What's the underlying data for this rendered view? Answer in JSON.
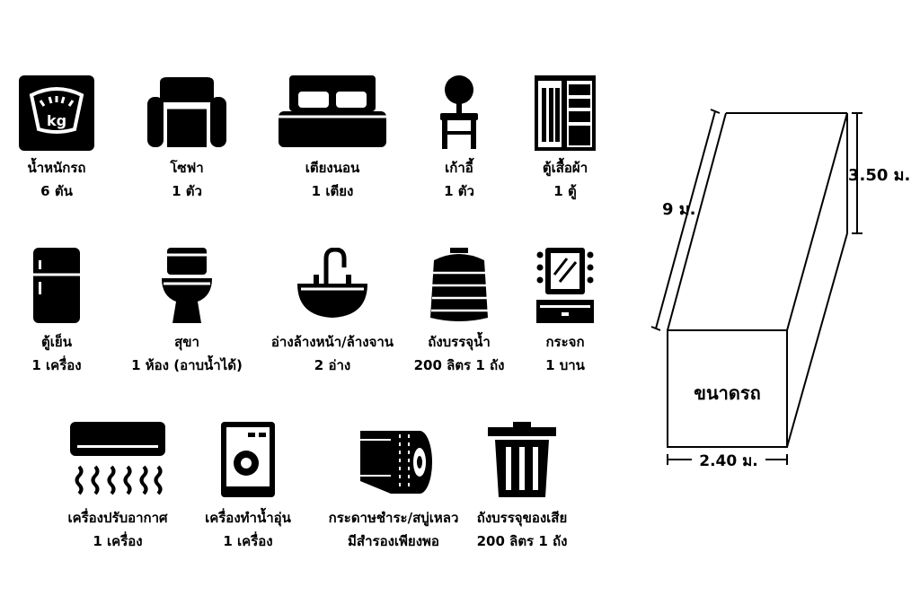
{
  "items": [
    {
      "id": "truck-weight",
      "name": "น้ำหนักรถ",
      "qty": "6 ตัน",
      "icon": "scale-icon"
    },
    {
      "id": "sofa",
      "name": "โซฟา",
      "qty": "1 ตัว",
      "icon": "sofa-icon"
    },
    {
      "id": "bed",
      "name": "เตียงนอน",
      "qty": "1 เตียง",
      "icon": "bed-icon"
    },
    {
      "id": "chair",
      "name": "เก้าอี้",
      "qty": "1 ตัว",
      "icon": "chair-icon"
    },
    {
      "id": "wardrobe",
      "name": "ตู้เสื้อผ้า",
      "qty": "1 ตู้",
      "icon": "wardrobe-icon"
    },
    {
      "id": "fridge",
      "name": "ตู้เย็น",
      "qty": "1 เครื่อง",
      "icon": "fridge-icon"
    },
    {
      "id": "toilet",
      "name": "สุขา",
      "qty": "1 ห้อง (อาบน้ำได้)",
      "icon": "toilet-icon"
    },
    {
      "id": "sink",
      "name": "อ่างล้างหน้า/ล้างจาน",
      "qty": "2 อ่าง",
      "icon": "sink-icon"
    },
    {
      "id": "water-tank",
      "name": "ถังบรรจุน้ำ",
      "qty": "200 ลิตร 1 ถัง",
      "icon": "water-tank-icon"
    },
    {
      "id": "mirror",
      "name": "กระจก",
      "qty": "1 บาน",
      "icon": "mirror-icon"
    },
    {
      "id": "air-conditioner",
      "name": "เครื่องปรับอากาศ",
      "qty": "1 เครื่อง",
      "icon": "air-conditioner-icon"
    },
    {
      "id": "water-heater",
      "name": "เครื่องทำน้ำอุ่น",
      "qty": "1 เครื่อง",
      "icon": "water-heater-icon"
    },
    {
      "id": "tissue-soap",
      "name": "กระดาษชำระ/สบู่เหลว",
      "qty": "มีสำรองเพียงพอ",
      "icon": "tissue-roll-icon"
    },
    {
      "id": "waste-tank",
      "name": "ถังบรรจุของเสีย",
      "qty": "200 ลิตร 1 ถัง",
      "icon": "trash-bin-icon"
    }
  ],
  "truck": {
    "label": "ขนาดรถ",
    "length": "9 ม.",
    "height": "3.50 ม.",
    "width": "2.40 ม."
  }
}
